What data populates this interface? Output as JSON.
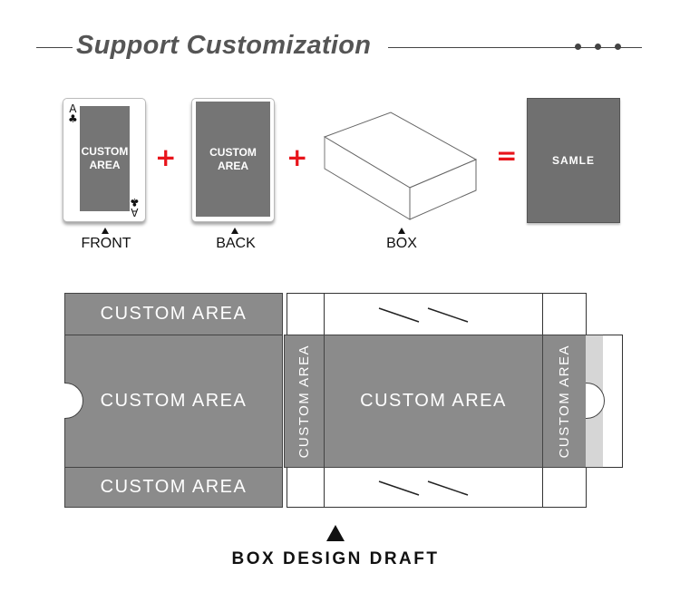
{
  "header": {
    "title": "Support Customization"
  },
  "cards": {
    "front": {
      "area": "CUSTOM AREA",
      "rank": "A",
      "suit": "♣",
      "caption": "FRONT"
    },
    "back": {
      "area": "CUSTOM AREA",
      "caption": "BACK"
    },
    "box": {
      "caption": "BOX"
    },
    "result": {
      "label": "SAMLE"
    },
    "plus_1": "+",
    "plus_2": "+",
    "equals": "="
  },
  "draft": {
    "top_flap": "CUSTOM AREA",
    "left_panel": "CUSTOM AREA",
    "bottom_flap": "CUSTOM AREA",
    "left_side": "CUSTOM AREA",
    "center_panel": "CUSTOM AREA",
    "right_side": "CUSTOM AREA",
    "label": "BOX DESIGN DRAFT"
  },
  "colors": {
    "accent": "#e8141b",
    "panel_gray": "#8b8b8b",
    "card_gray": "#757575"
  }
}
